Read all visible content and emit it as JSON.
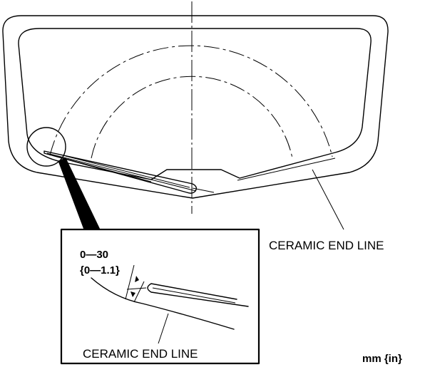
{
  "labels": {
    "ceramic_end_line_main": "CERAMIC END LINE",
    "ceramic_end_line_detail": "CERAMIC END LINE",
    "dimension_mm": "0—30",
    "dimension_in": "{0—1.1}",
    "units": "mm {in}"
  }
}
